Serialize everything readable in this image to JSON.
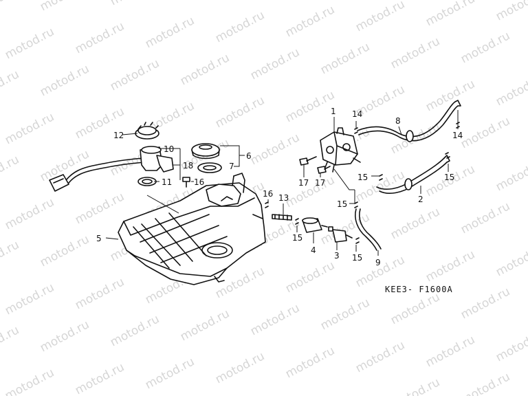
{
  "diagram": {
    "watermark_text": "motod.ru",
    "code_label": "KEE3- F1600A",
    "callouts": {
      "c1": "1",
      "c2": "2",
      "c3": "3",
      "c4": "4",
      "c5": "5",
      "c6": "6",
      "c7": "7",
      "c8": "8",
      "c9": "9",
      "c10": "10",
      "c11": "11",
      "c12": "12",
      "c13": "13",
      "c14a": "14",
      "c14b": "14",
      "c15a": "15",
      "c15b": "15",
      "c15c": "15",
      "c15d": "15",
      "c15e": "15",
      "c16a": "16",
      "c16b": "16",
      "c17a": "17",
      "c17b": "17",
      "c18": "18"
    }
  }
}
